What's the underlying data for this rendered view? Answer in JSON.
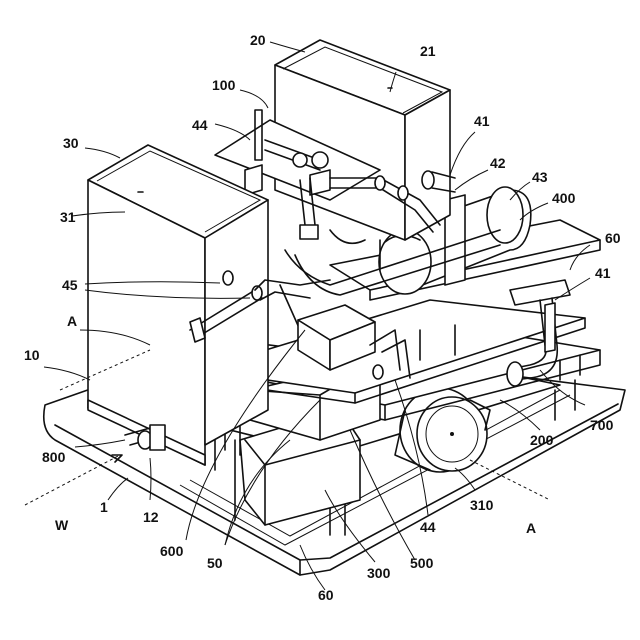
{
  "labels": {
    "l20": "20",
    "l21": "21",
    "l100": "100",
    "l44a": "44",
    "l41a": "41",
    "l30": "30",
    "l31": "31",
    "l42": "42",
    "l43": "43",
    "l400": "400",
    "l60a": "60",
    "l41b": "41",
    "l45": "45",
    "lA1": "A",
    "l10": "10",
    "l700": "700",
    "l200": "200",
    "l800": "800",
    "l12": "12",
    "l1": "1",
    "lW": "W",
    "l310": "310",
    "lA2": "A",
    "l600": "600",
    "l50": "50",
    "l44b": "44",
    "l300": "300",
    "l500": "500",
    "l60b": "60"
  }
}
